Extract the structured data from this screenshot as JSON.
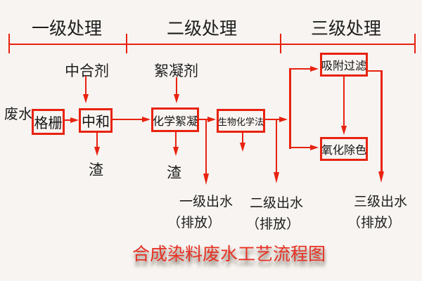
{
  "sections": {
    "primary": "一级处理",
    "secondary": "二级处理",
    "tertiary": "三级处理"
  },
  "boxes": {
    "grate": "格栅",
    "neutralization": "中和",
    "chemical_flocculation": "化学絮凝",
    "biochemical": "生物化学法",
    "adsorption_filtration": "吸附过滤",
    "oxidation_decolorization": "氧化除色"
  },
  "labels": {
    "wastewater": "废水",
    "neutralizer": "中合剂",
    "flocculant": "絮凝剂",
    "slag_neutralization": "渣",
    "slag_flocculation": "渣",
    "primary_effluent": "一级出水",
    "primary_discharge": "（排放）",
    "secondary_effluent": "二级出水",
    "secondary_discharge": "（排放）",
    "tertiary_effluent": "三级出水",
    "tertiary_discharge": "（排放）"
  },
  "title": "合成染料废水工艺流程图",
  "colors": {
    "line": "#e8220f",
    "title": "#e73125",
    "text": "#1b1b1b",
    "background": "#f7f4f1"
  }
}
